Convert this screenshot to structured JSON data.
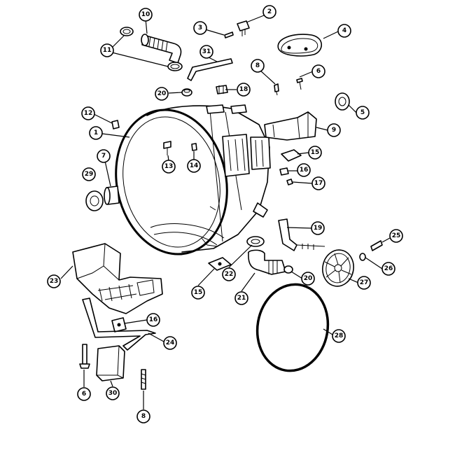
{
  "colors": {
    "ink": "#000000",
    "paper": "#ffffff"
  },
  "callouts": [
    {
      "id": "c-10",
      "label": "10"
    },
    {
      "id": "c-11",
      "label": "11"
    },
    {
      "id": "c-3",
      "label": "3"
    },
    {
      "id": "c-2",
      "label": "2"
    },
    {
      "id": "c-4",
      "label": "4"
    },
    {
      "id": "c-31",
      "label": "31"
    },
    {
      "id": "c-8a",
      "label": "8"
    },
    {
      "id": "c-6a",
      "label": "6"
    },
    {
      "id": "c-20a",
      "label": "20"
    },
    {
      "id": "c-18a",
      "label": "18"
    },
    {
      "id": "c-5",
      "label": "5"
    },
    {
      "id": "c-12",
      "label": "12"
    },
    {
      "id": "c-1",
      "label": "1"
    },
    {
      "id": "c-9",
      "label": "9"
    },
    {
      "id": "c-7",
      "label": "7"
    },
    {
      "id": "c-29",
      "label": "29"
    },
    {
      "id": "c-13",
      "label": "13"
    },
    {
      "id": "c-14",
      "label": "14"
    },
    {
      "id": "c-15a",
      "label": "15"
    },
    {
      "id": "c-16a",
      "label": "16"
    },
    {
      "id": "c-17",
      "label": "17"
    },
    {
      "id": "c-19",
      "label": "19"
    },
    {
      "id": "c-25",
      "label": "25"
    },
    {
      "id": "c-26",
      "label": "26"
    },
    {
      "id": "c-27",
      "label": "27"
    },
    {
      "id": "c-23",
      "label": "23"
    },
    {
      "id": "c-22",
      "label": "22"
    },
    {
      "id": "c-20b",
      "label": "20"
    },
    {
      "id": "c-15b",
      "label": "15"
    },
    {
      "id": "c-21",
      "label": "21"
    },
    {
      "id": "c-16b",
      "label": "16"
    },
    {
      "id": "c-24",
      "label": "24"
    },
    {
      "id": "c-28",
      "label": "28"
    },
    {
      "id": "c-6b",
      "label": "6"
    },
    {
      "id": "c-30",
      "label": "30"
    },
    {
      "id": "c-8b",
      "label": "8"
    }
  ]
}
